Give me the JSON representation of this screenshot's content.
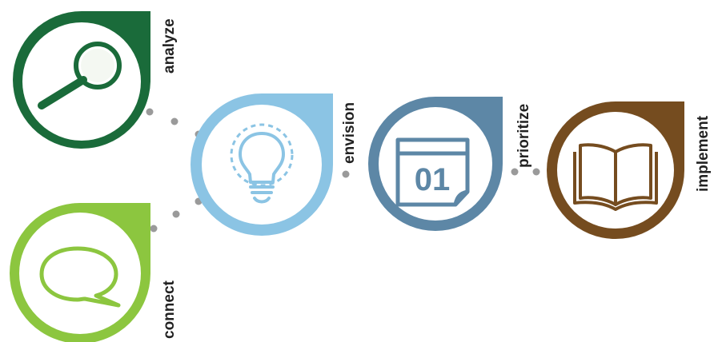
{
  "stages": [
    {
      "label": "analyze",
      "icon": "magnifier-icon",
      "color": "#1a6b3a"
    },
    {
      "label": "connect",
      "icon": "speech-bubble-icon",
      "color": "#8cc63f"
    },
    {
      "label": "envision",
      "icon": "lightbulb-icon",
      "color": "#8bc4e4"
    },
    {
      "label": "prioritize",
      "icon": "calendar-icon",
      "color": "#5d87a6"
    },
    {
      "label": "implement",
      "icon": "open-book-icon",
      "color": "#754c1f"
    }
  ],
  "calendar_number": "01",
  "connector_color": "#9a9a9a"
}
